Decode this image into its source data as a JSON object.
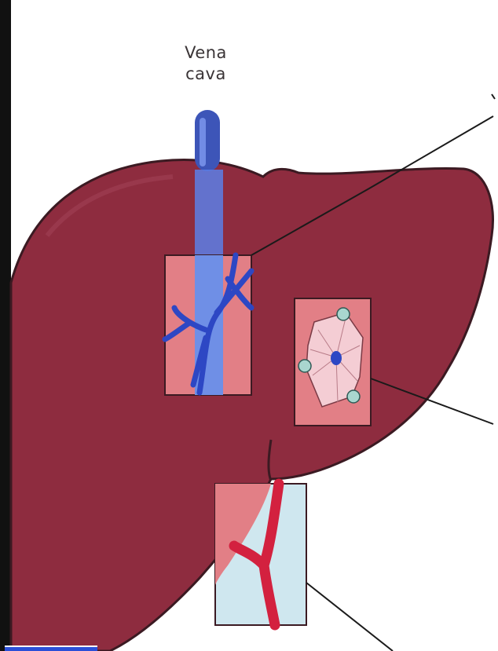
{
  "diagram": {
    "labels": {
      "vena_cava_line1": "Vena",
      "vena_cava_line2": "cava"
    },
    "colors": {
      "liver": "#8e2c3f",
      "liver_outline": "#3b1a22",
      "vein": "#4c6fe0",
      "vein_dark": "#2a3f9e",
      "inset_pink": "#e27f86",
      "lobule": "#f4cdd4",
      "bile_bg": "#cfe7ef",
      "artery": "#d3213f",
      "leader_line": "#1a1a1a"
    },
    "icons": [
      "liver-shape",
      "vena-cava-tube",
      "hepatic-vein-inset",
      "hepatic-lobule-inset",
      "hepatic-artery-inset"
    ]
  }
}
